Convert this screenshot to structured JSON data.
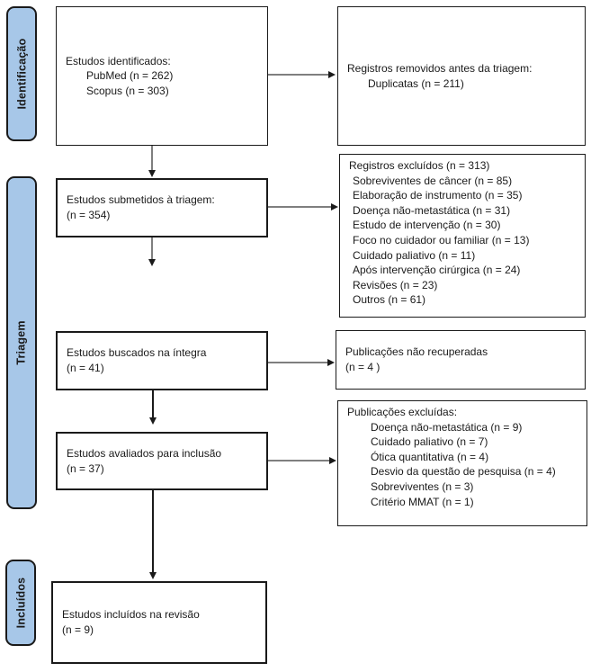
{
  "stages": {
    "identification": "Identificação",
    "screening": "Triagem",
    "included": "Incluídos"
  },
  "boxes": {
    "identified": {
      "lines": [
        "Estudos identificados:",
        "PubMed (n = 262)",
        "Scopus (n = 303)"
      ]
    },
    "removed_before_screening": {
      "lines": [
        "Registros removidos antes da triagem:",
        "Duplicatas (n = 211)"
      ]
    },
    "screened": {
      "lines": [
        "Estudos submetidos à triagem:",
        "(n = 354)"
      ]
    },
    "records_excluded": {
      "lines": [
        "Registros excluídos (n = 313)",
        "Sobreviventes de câncer (n = 85)",
        "Elaboração de instrumento (n = 35)",
        "Doença não-metastática (n = 31)",
        "Estudo de intervenção (n = 30)",
        "Foco no cuidador ou familiar (n = 13)",
        "Cuidado paliativo (n = 11)",
        "Após intervenção cirúrgica (n = 24)",
        "Revisões (n = 23)",
        "Outros (n = 61)"
      ]
    },
    "sought_full_text": {
      "lines": [
        "Estudos buscados na íntegra",
        "(n = 41)"
      ]
    },
    "not_retrieved": {
      "lines": [
        "Publicações não recuperadas",
        "(n = 4 )"
      ]
    },
    "assessed": {
      "lines": [
        "Estudos avaliados para inclusão",
        "(n = 37)"
      ]
    },
    "publications_excluded": {
      "lines": [
        "Publicações excluídas:",
        "Doença não-metastática (n = 9)",
        "Cuidado paliativo (n = 7)",
        "Ótica quantitativa (n = 4)",
        "Desvio da questão de pesquisa (n = 4)",
        "Sobreviventes (n = 3)",
        "Critério MMAT (n = 1)"
      ]
    },
    "included_in_review": {
      "lines": [
        "Estudos incluídos na revisão",
        "(n = 9)"
      ]
    }
  },
  "colors": {
    "stage_fill": "#a7c7e8",
    "stage_border": "#1a1a1a",
    "box_border": "#1a1a1a",
    "arrow_line": "#7f7f7f",
    "arrow_head": "#1a1a1a",
    "text": "#1a1a1a"
  }
}
